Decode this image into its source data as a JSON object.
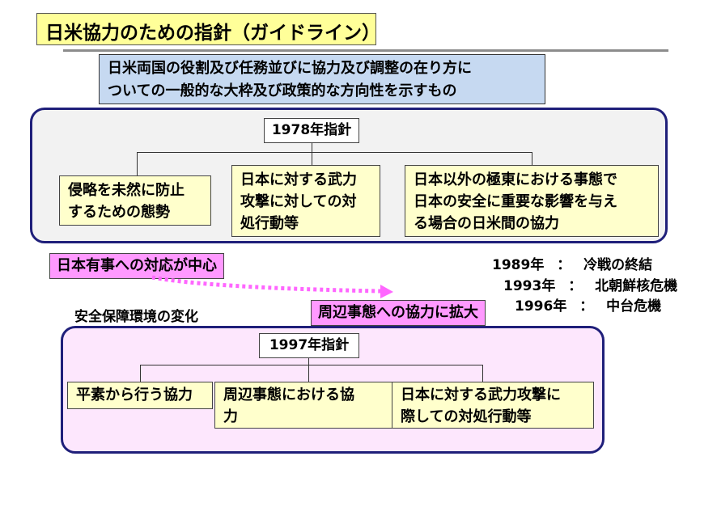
{
  "title": "日米協力のための指針（ガイドライン）",
  "subtitle": {
    "line1": "日米両国の役割及び任務並びに協力及び調整の在り方に",
    "line2": "ついての一般的な大枠及び政策的な方向性を示すもの"
  },
  "guideline_1978": {
    "heading": "1978年指針",
    "items": [
      {
        "line1": "侵略を未然に防止",
        "line2": "するための態勢"
      },
      {
        "line1": "日本に対する武力",
        "line2": "攻撃に対しての対",
        "line3": "処行動等"
      },
      {
        "line1": "日本以外の極東における事態で",
        "line2": "日本の安全に重要な影響を与え",
        "line3": "る場合の日米間の協力"
      }
    ]
  },
  "focus_label": "日本有事への対応が中心",
  "expanded_label": "周辺事態への協力に拡大",
  "security_change_label": "安全保障環境の変化",
  "events": [
    {
      "year": "1989年",
      "sep": "：",
      "event": "冷戦の終結"
    },
    {
      "year": "1993年",
      "sep": "：",
      "event": "北朝鮮核危機"
    },
    {
      "year": "1996年",
      "sep": "：",
      "event": "中台危機"
    }
  ],
  "guideline_1997": {
    "heading": "1997年指針",
    "items": [
      {
        "line1": "平素から行う協力"
      },
      {
        "line1": "周辺事態における協",
        "line2": "力"
      },
      {
        "line1": "日本に対する武力攻撃に",
        "line2": "際しての対処行動等"
      }
    ]
  },
  "colors": {
    "title_bg": "#ffff99",
    "subtitle_bg": "#c6d9f1",
    "panel_1978_bg": "#f2f2f2",
    "panel_1997_bg": "#fde7fd",
    "panel_border": "#1f1f7a",
    "item_bg": "#ffffcc",
    "label_bg": "#ff99ff",
    "arrow": "#ff66ff"
  }
}
